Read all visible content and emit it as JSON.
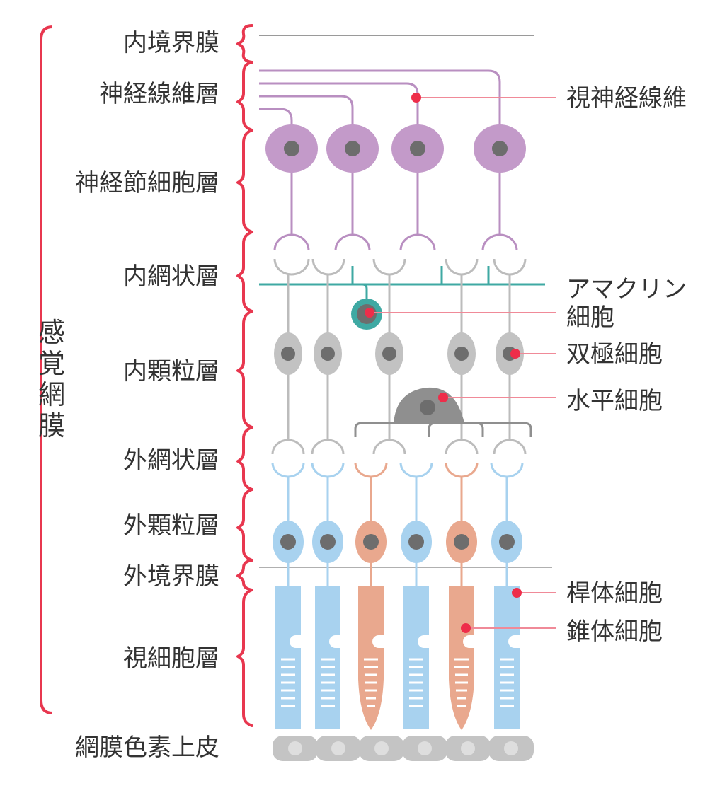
{
  "layers": [
    "内境界膜",
    "神経線維層",
    "神経節細胞層",
    "内網状層",
    "内顆粒層",
    "外網状層",
    "外顆粒層",
    "外境界膜",
    "視細胞層",
    "網膜色素上皮"
  ],
  "sensory_retina_chars": [
    "感",
    "覚",
    "網",
    "膜"
  ],
  "callouts": {
    "optic_nerve_fiber": "視神経線維",
    "amacrine_line1": "アマクリン",
    "amacrine_line2": "細胞",
    "bipolar": "双極細胞",
    "horizontal": "水平細胞",
    "rod": "桿体細胞",
    "cone": "錐体細胞"
  },
  "colors": {
    "bracket": "#e8374f",
    "dot": "#ee2d4a",
    "callout_line": "#f08a98",
    "ganglion": "#c39ac9",
    "ganglion_line": "#b98fc1",
    "amacrine": "#3fa9a3",
    "bipolar": "#c2c2c2",
    "bipolar_line": "#bcbcbc",
    "horizontal": "#8f8f8f",
    "rod": "#a8d2ef",
    "cone": "#e9a88e",
    "nucleus": "#6d6d6d",
    "membrane": "#9a9a9a",
    "rpe": "#c4c4c4",
    "rpe_nucleus": "#dedede"
  }
}
